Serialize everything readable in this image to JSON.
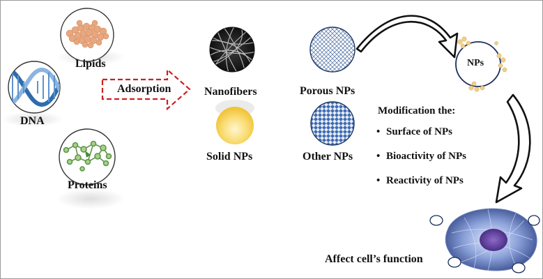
{
  "labels": {
    "lipids": "Lipids",
    "dna": "DNA",
    "proteins": "Proteins",
    "adsorption": "Adsorption",
    "nanofibers": "Nanofibers",
    "solid_nps": "Solid NPs",
    "porous_nps": "Porous NPs",
    "other_nps": "Other NPs",
    "nps": "NPs",
    "modification_title": "Modification the:",
    "affect": "Affect cell’s function"
  },
  "modifications": [
    "Surface of NPs",
    "Bioactivity of NPs",
    "Reactivity of NPs"
  ],
  "colors": {
    "lipid_fill": "#e8a77f",
    "dna_blue": "#3b79b8",
    "protein_green": "#6fa85a",
    "adsorption_arrow": "#cc1f1f",
    "porous_blue": "#5a79a8",
    "other_blue": "#3e6bb0",
    "solid_yellow": "#f7d45c",
    "cell_purple": "#5b3f9a"
  },
  "icons": [
    "lipid-molecule-icon",
    "dna-helix-icon",
    "protein-molecule-icon",
    "nanofiber-mesh-icon",
    "cell-icon"
  ]
}
